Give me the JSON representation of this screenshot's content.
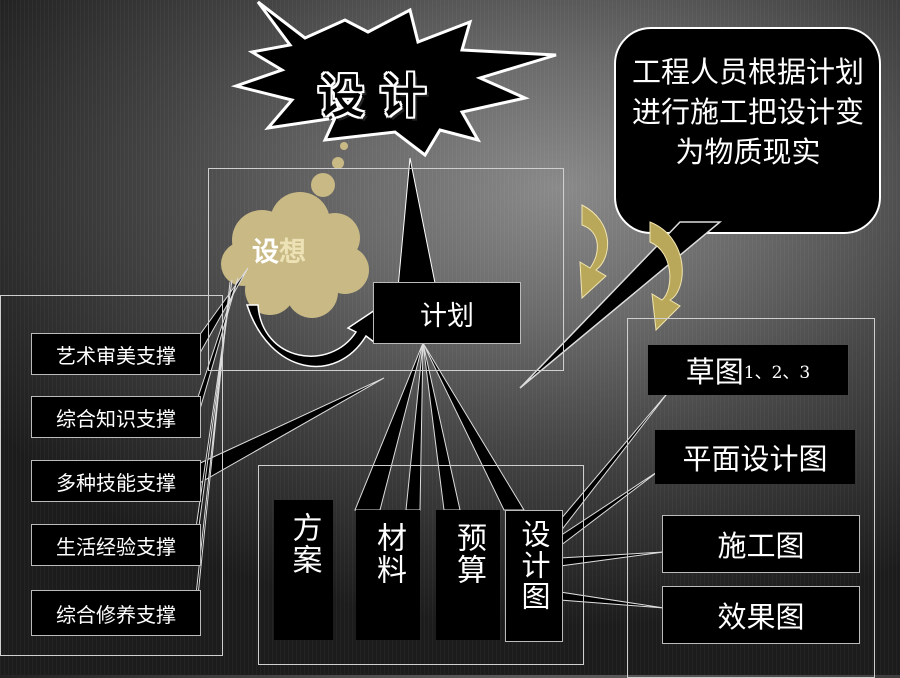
{
  "title": "设计",
  "idea": {
    "part1": "设",
    "part2": "想"
  },
  "plan": "计划",
  "callout": "工程人员根据计划进行施工把设计变为物质现实",
  "supports": [
    "艺术审美支撑",
    "综合知识支撑",
    "多种技能支撑",
    "生活经验支撑",
    "综合修养支撑"
  ],
  "plan_items": [
    "方案",
    "材料",
    "预算",
    "设计图"
  ],
  "drawings": {
    "sketch": "草图",
    "sketch_nums": "1、2、3",
    "plan_view": "平面设计图",
    "construction": "施工图",
    "effect": "效果图"
  },
  "colors": {
    "cloud": "#c9b985",
    "arrow": "#b9a75a",
    "box": "#000000"
  }
}
